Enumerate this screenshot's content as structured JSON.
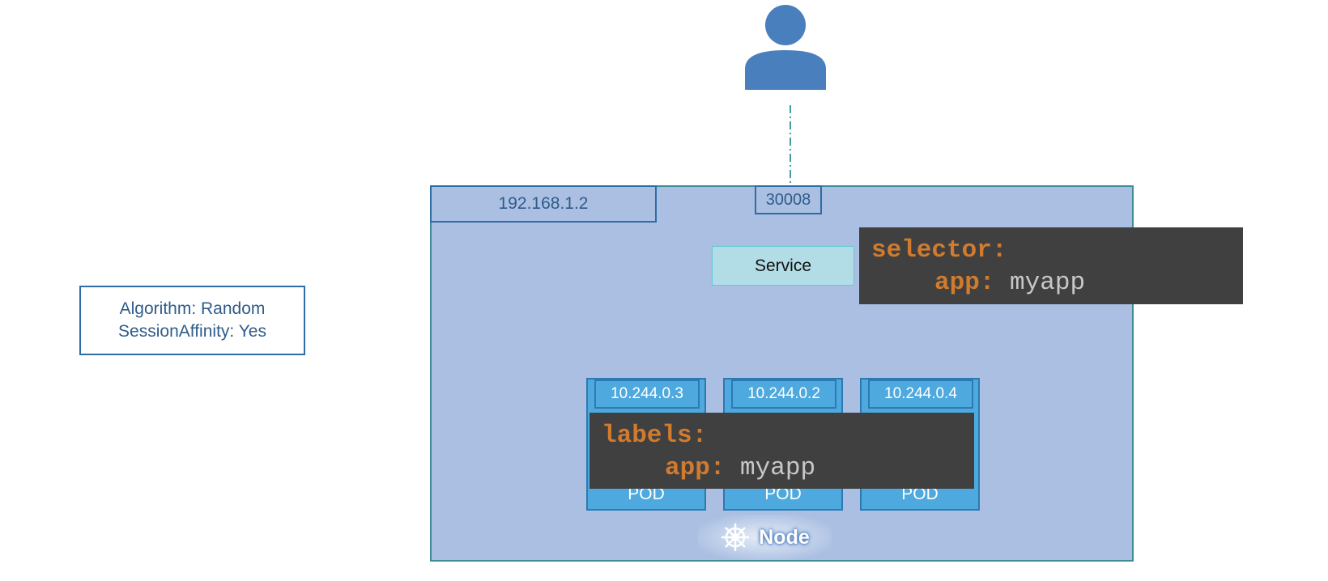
{
  "node": {
    "ip": "192.168.1.2",
    "port": "30008",
    "service_label": "Service",
    "node_label": "Node"
  },
  "pods": [
    {
      "ip": "10.244.0.3",
      "label": "POD"
    },
    {
      "ip": "10.244.0.2",
      "label": "POD"
    },
    {
      "ip": "10.244.0.4",
      "label": "POD"
    }
  ],
  "selector": {
    "key": "selector:",
    "sub_key": "app:",
    "value": "myapp"
  },
  "labels": {
    "key": "labels:",
    "sub_key": "app:",
    "value": "myapp"
  },
  "algorithm": {
    "line1": "Algorithm: Random",
    "line2": "SessionAffinity: Yes"
  },
  "colors": {
    "user": "#4a7fbd",
    "node_bg": "#aabfe2",
    "pod_bg": "#4ea9de",
    "service_bg": "#b2dde6",
    "code_bg": "#404040",
    "code_key": "#d07b2e"
  }
}
